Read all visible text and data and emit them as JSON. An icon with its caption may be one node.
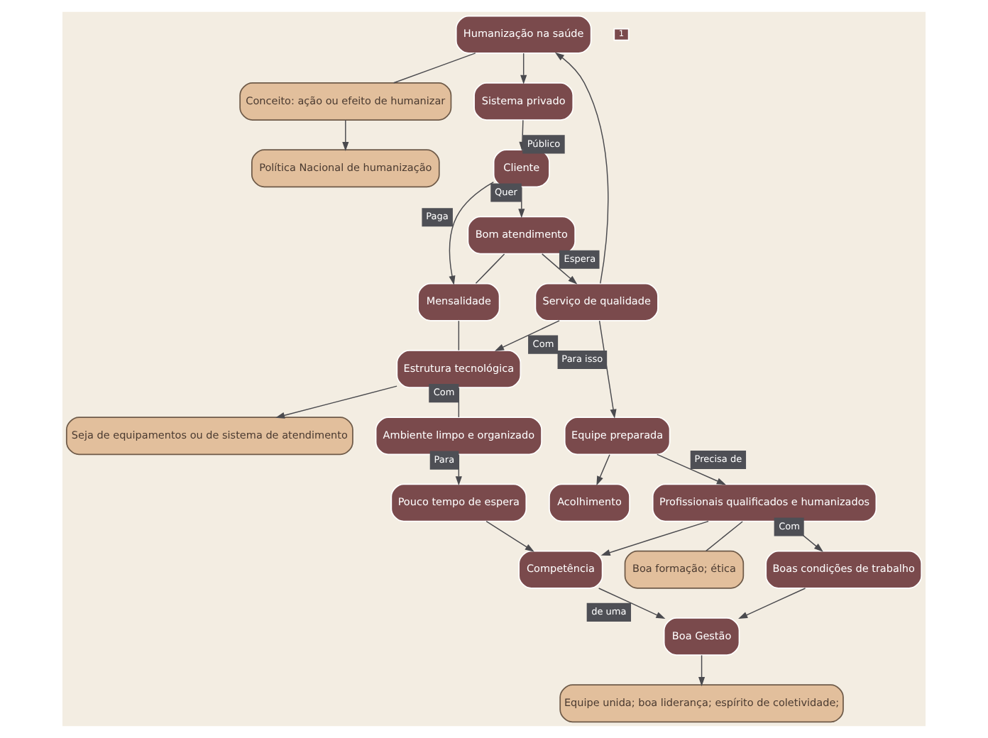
{
  "diagram": {
    "nodes": [
      {
        "text": [
          "Humanização na saúde"
        ]
      },
      {
        "text": [
          "Conceito: ação ou efeito de humanizar"
        ]
      },
      {
        "text": [
          "Política Nacional de humanização"
        ]
      },
      {
        "text": [
          "Sistema privado"
        ]
      },
      {
        "text": [
          "Cliente"
        ]
      },
      {
        "text": [
          "Bom atendimento"
        ]
      },
      {
        "text": [
          "Mensalidade"
        ]
      },
      {
        "text": [
          "Serviço de qualidade"
        ]
      },
      {
        "text": [
          "Estrutura tecnológica"
        ]
      },
      {
        "text": [
          "Seja de equipamentos ou de sistema de atendimento"
        ]
      },
      {
        "text": [
          "Equipe preparada"
        ]
      },
      {
        "text": [
          "Acolhimento"
        ]
      },
      {
        "text": [
          "Ambiente limpo e organizado"
        ]
      },
      {
        "text": [
          "Profissionais qualificados e humanizados"
        ]
      },
      {
        "text": [
          "Boa formação; ética"
        ]
      },
      {
        "text": [
          "Competência"
        ]
      },
      {
        "text": [
          "Pouco tempo de espera"
        ]
      },
      {
        "text": [
          "Boas condições de trabalho"
        ]
      },
      {
        "text": [
          "Boa Gestão"
        ]
      },
      {
        "text": [
          "Equipe unida; boa liderança; espírito de coletividade;"
        ]
      }
    ],
    "edges": [
      {
        "from": 0,
        "to": 1,
        "arrow": "none"
      },
      {
        "from": 1,
        "to": 2,
        "arrow": "to"
      },
      {
        "from": 0,
        "to": 3,
        "arrow": "to"
      },
      {
        "from": 3,
        "to": 4,
        "arrow": "to",
        "label": "Público"
      },
      {
        "from": 4,
        "to": 5,
        "arrow": "to",
        "label": "Quer"
      },
      {
        "from": 4,
        "to": 6,
        "arrow": "to",
        "label": "Paga"
      },
      {
        "from": 5,
        "to": 6,
        "arrow": "none"
      },
      {
        "from": 5,
        "to": 7,
        "arrow": "to",
        "label": "Espera"
      },
      {
        "from": 7,
        "to": 0,
        "arrow": "to"
      },
      {
        "from": 6,
        "to": 8,
        "arrow": "none"
      },
      {
        "from": 7,
        "to": 8,
        "arrow": "to",
        "label": "Com"
      },
      {
        "from": 8,
        "to": 9,
        "arrow": "to"
      },
      {
        "from": 7,
        "to": 10,
        "arrow": "to",
        "label": "Para isso"
      },
      {
        "from": 10,
        "to": 11,
        "arrow": "to"
      },
      {
        "from": 8,
        "to": 12,
        "arrow": "none",
        "label": "Com"
      },
      {
        "from": 12,
        "to": 16,
        "arrow": "to",
        "label": "Para"
      },
      {
        "from": 10,
        "to": 13,
        "arrow": "to",
        "label": "Precisa de"
      },
      {
        "from": 13,
        "to": 14,
        "arrow": "none"
      },
      {
        "from": 13,
        "to": 15,
        "arrow": "to"
      },
      {
        "from": 16,
        "to": 15,
        "arrow": "to"
      },
      {
        "from": 13,
        "to": 17,
        "arrow": "to",
        "label": "Com"
      },
      {
        "from": 15,
        "to": 18,
        "arrow": "to",
        "label": "de uma"
      },
      {
        "from": 17,
        "to": 18,
        "arrow": "to"
      },
      {
        "from": 18,
        "to": 19,
        "arrow": "to"
      }
    ],
    "labels": [
      "1"
    ]
  }
}
